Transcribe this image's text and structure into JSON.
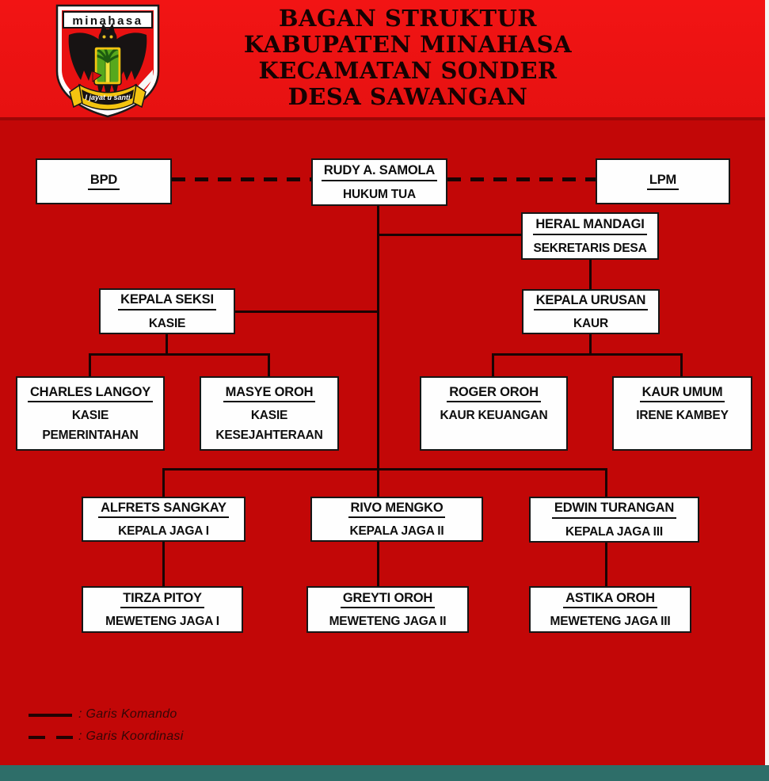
{
  "header": {
    "title_lines": [
      "BAGAN STRUKTUR",
      "KABUPATEN MINAHASA",
      "KECAMATAN SONDER",
      "DESA SAWANGAN"
    ],
    "logo": {
      "name_text": "minahasa",
      "motto_text": "I jayat u santi"
    }
  },
  "colors": {
    "header_bg": "#ee1212",
    "body_bg": "#c20707",
    "box_bg": "#fefefe",
    "line": "#1a0404",
    "footer_bar": "#2e6e69"
  },
  "nodes": {
    "bpd": {
      "name": "BPD"
    },
    "hukum_tua": {
      "name": "RUDY A. SAMOLA",
      "title": "HUKUM TUA"
    },
    "lpm": {
      "name": "LPM"
    },
    "sekretaris_desa": {
      "name": "HERAL MANDAGI",
      "title": "SEKRETARIS DESA"
    },
    "kepala_seksi": {
      "name": "KEPALA SEKSI",
      "title": "KASIE"
    },
    "kepala_urusan": {
      "name": "KEPALA URUSAN",
      "title": "KAUR"
    },
    "kasie_pemerintahan": {
      "name": "CHARLES LANGOY",
      "title": "KASIE",
      "subtitle": "PEMERINTAHAN"
    },
    "kasie_kesejahteraan": {
      "name": "MASYE OROH",
      "title": "KASIE",
      "subtitle": "KESEJAHTERAAN"
    },
    "kaur_keuangan": {
      "name": "ROGER OROH",
      "title": "KAUR KEUANGAN"
    },
    "kaur_umum": {
      "name": "KAUR UMUM",
      "title": "IRENE KAMBEY"
    },
    "kepala_jaga_i": {
      "name": "ALFRETS SANGKAY",
      "title": "KEPALA JAGA I"
    },
    "kepala_jaga_ii": {
      "name": "RIVO MENGKO",
      "title": "KEPALA JAGA II"
    },
    "kepala_jaga_iii": {
      "name": "EDWIN TURANGAN",
      "title": "KEPALA JAGA III"
    },
    "meweteng_jaga_i": {
      "name": "TIRZA PITOY",
      "title": "MEWETENG JAGA I"
    },
    "meweteng_jaga_ii": {
      "name": "GREYTI OROH",
      "title": "MEWETENG JAGA II"
    },
    "meweteng_jaga_iii": {
      "name": "ASTIKA OROH",
      "title": "MEWETENG JAGA III"
    }
  },
  "connections": {
    "komando_edges": [
      [
        "hukum_tua",
        "sekretaris_desa"
      ],
      [
        "hukum_tua",
        "kepala_seksi"
      ],
      [
        "sekretaris_desa",
        "kepala_urusan"
      ],
      [
        "kepala_seksi",
        "kasie_pemerintahan"
      ],
      [
        "kepala_seksi",
        "kasie_kesejahteraan"
      ],
      [
        "kepala_urusan",
        "kaur_keuangan"
      ],
      [
        "kepala_urusan",
        "kaur_umum"
      ],
      [
        "hukum_tua",
        "kepala_jaga_i"
      ],
      [
        "hukum_tua",
        "kepala_jaga_ii"
      ],
      [
        "hukum_tua",
        "kepala_jaga_iii"
      ],
      [
        "kepala_jaga_i",
        "meweteng_jaga_i"
      ],
      [
        "kepala_jaga_ii",
        "meweteng_jaga_ii"
      ],
      [
        "kepala_jaga_iii",
        "meweteng_jaga_iii"
      ]
    ],
    "koordinasi_edges": [
      [
        "bpd",
        "hukum_tua"
      ],
      [
        "hukum_tua",
        "lpm"
      ]
    ]
  },
  "legend": {
    "komando_label": ": Garis Komando",
    "koordinasi_label": ": Garis Koordinasi"
  }
}
